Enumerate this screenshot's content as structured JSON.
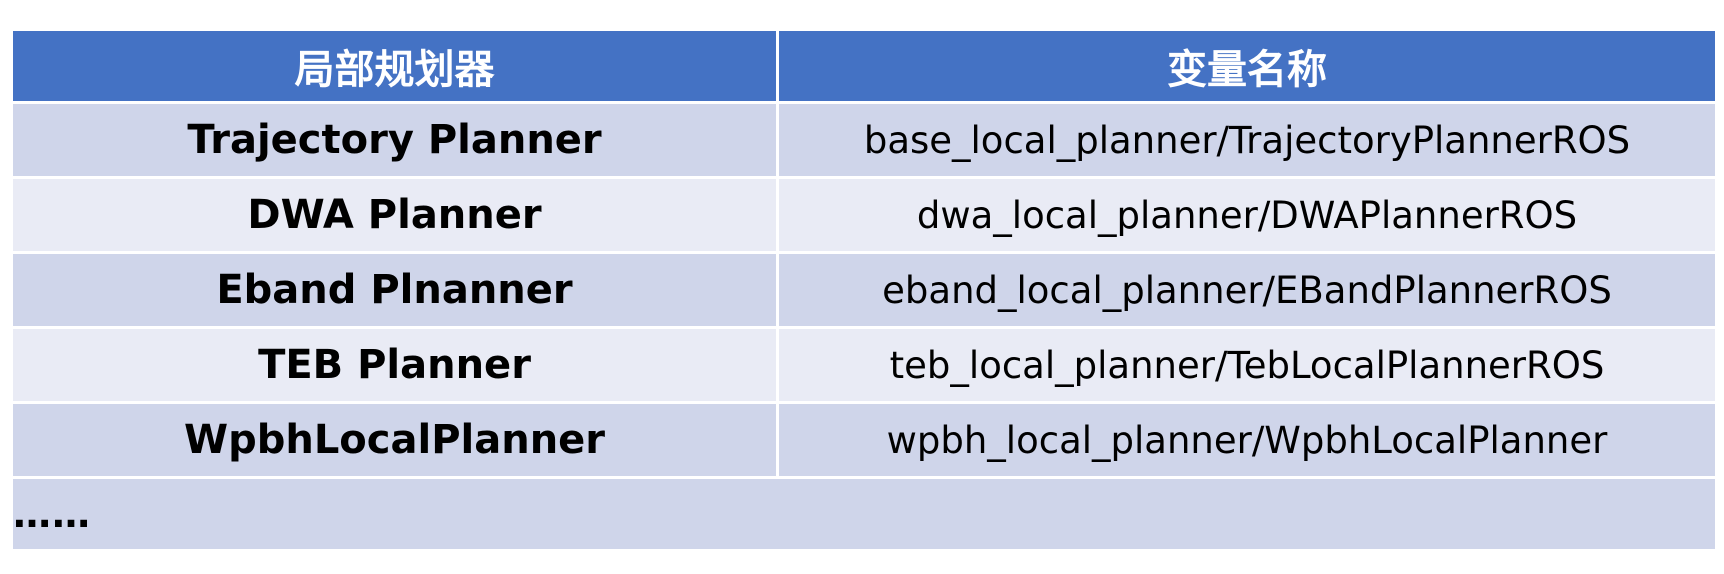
{
  "table": {
    "headers": [
      "局部规划器",
      "变量名称"
    ],
    "rows": [
      {
        "planner": "Trajectory Planner",
        "variable": "base_local_planner/TrajectoryPlannerROS"
      },
      {
        "planner": "DWA Planner",
        "variable": "dwa_local_planner/DWAPlannerROS"
      },
      {
        "planner": "Eband Plnanner",
        "variable": "eband_local_planner/EBandPlannerROS"
      },
      {
        "planner": "TEB Planner",
        "variable": "teb_local_planner/TebLocalPlannerROS"
      },
      {
        "planner": "WpbhLocalPlanner",
        "variable": "wpbh_local_planner/WpbhLocalPlanner"
      }
    ],
    "footer_text": "……"
  },
  "colors": {
    "header_bg": "#4472c4",
    "row_odd_bg": "#cfd5ea",
    "row_even_bg": "#e9ebf5"
  }
}
